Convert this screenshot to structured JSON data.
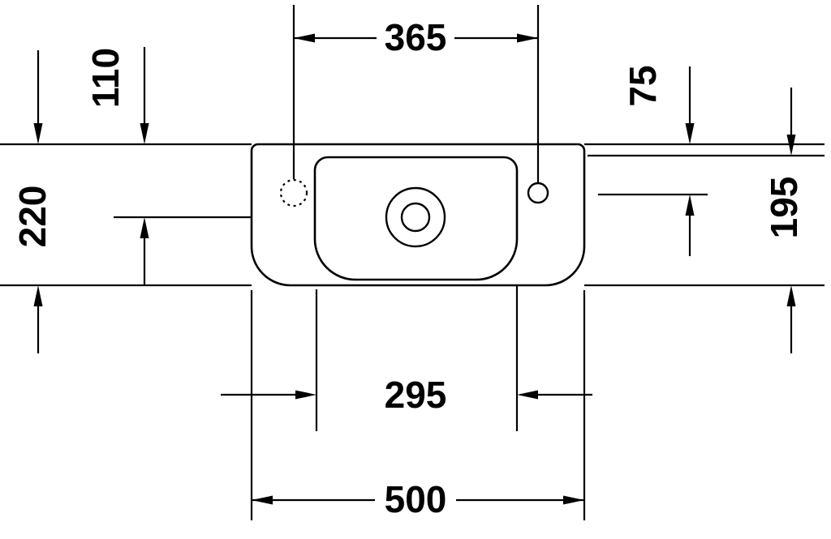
{
  "page": {
    "background_color": "#ffffff",
    "line_color": "#000000"
  },
  "drawing": {
    "kind": "technical-dimension-drawing",
    "subject": "washbasin top view",
    "unit": "mm",
    "labels": {
      "taphole_spacing": "365",
      "back_to_drain": "110",
      "back_to_taphole": "75",
      "overall_depth": "220",
      "inner_depth": "195",
      "bowl_width": "295",
      "overall_width": "500"
    }
  }
}
